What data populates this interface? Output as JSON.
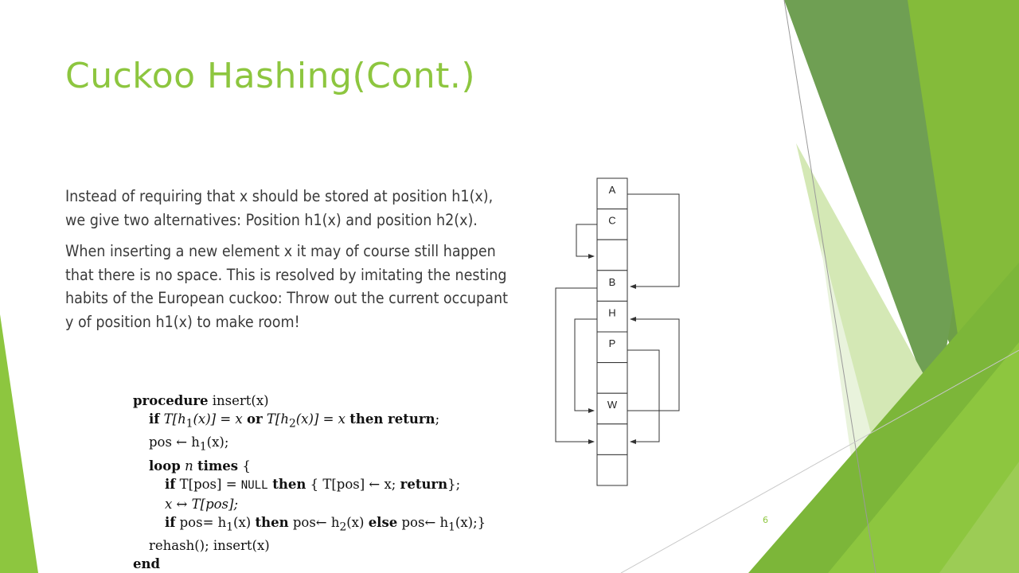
{
  "slide": {
    "title": "Cuckoo Hashing(Cont.)",
    "paragraphs": [
      "Instead of requiring that x should be stored at position h1(x), we give two alternatives: Position h1(x) and position h2(x).",
      "When inserting a new element x it may of course still happen that there is no space.  This is resolved by imitating the nesting habits of the European cuckoo: Throw out the current occupant y of position h1(x) to make room!"
    ],
    "slide_number": "6"
  },
  "algorithm": {
    "l1_kw": "procedure",
    "l1_rest": " insert(x)",
    "l2_if": "if",
    "l2_a": " T[h",
    "l2_b": "1",
    "l2_c": "(x)] = x ",
    "l2_or": "or",
    "l2_d": " T[h",
    "l2_e": "2",
    "l2_f": "(x)] = x ",
    "l2_then": "then return",
    "l2_end": ";",
    "l3_a": "pos ← h",
    "l3_b": "1",
    "l3_c": "(x);",
    "l4_kw": "loop",
    "l4_n": " n ",
    "l4_kw2": "times",
    "l4_brace": " {",
    "l5_if": "if",
    "l5_a": " T[pos] = ",
    "l5_null": "NULL",
    "l5_then": " then",
    "l5_b": " { T[pos] ← x; ",
    "l5_ret": "return",
    "l5_c": "};",
    "l6": "x ↔ T[pos];",
    "l7_if": "if",
    "l7_a": " pos= h",
    "l7_b": "1",
    "l7_c": "(x) ",
    "l7_then": "then",
    "l7_d": " pos← h",
    "l7_e": "2",
    "l7_f": "(x) ",
    "l7_else": "else",
    "l7_g": " pos← h",
    "l7_h": "1",
    "l7_i": "(x);}",
    "l8": "rehash(); insert(x)",
    "l9": "end"
  },
  "diagram": {
    "cells": [
      "A",
      "C",
      "",
      "B",
      "H",
      "P",
      "",
      "W",
      "",
      ""
    ]
  },
  "colors": {
    "title": "#8dc63f",
    "accent_dark": "#6d9e48",
    "accent_mid": "#7cb639",
    "accent_light": "#d4e8b5"
  }
}
